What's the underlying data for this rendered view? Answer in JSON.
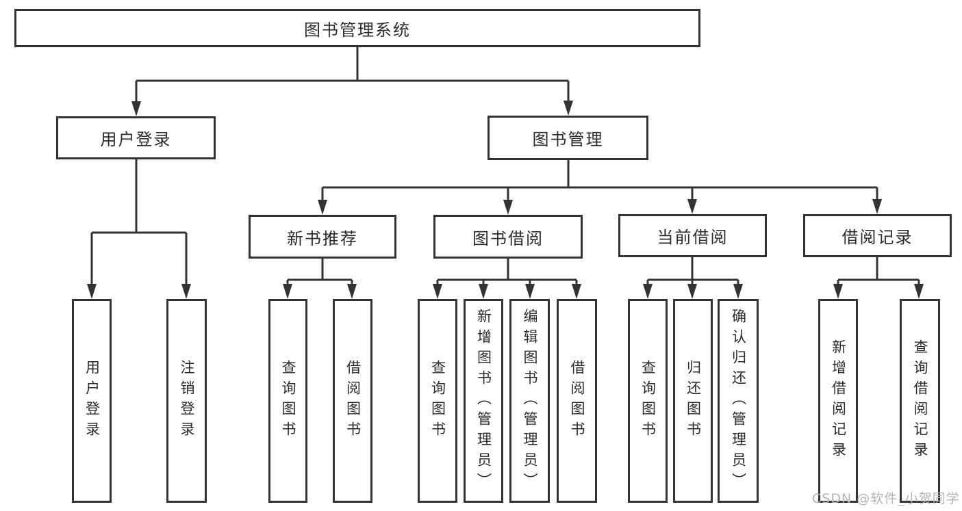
{
  "tree": {
    "label": "图书管理系统",
    "children": [
      {
        "label": "用户登录",
        "children": [
          {
            "label": "用户登录"
          },
          {
            "label": "注销登录"
          }
        ]
      },
      {
        "label": "图书管理",
        "children": [
          {
            "label": "新书推荐",
            "children": [
              {
                "label": "查询图书"
              },
              {
                "label": "借阅图书"
              }
            ]
          },
          {
            "label": "图书借阅",
            "children": [
              {
                "label": "查询图书"
              },
              {
                "label": "新增图书（管理员）"
              },
              {
                "label": "编辑图书（管理员）"
              },
              {
                "label": "借阅图书"
              }
            ]
          },
          {
            "label": "当前借阅",
            "children": [
              {
                "label": "查询图书"
              },
              {
                "label": "归还图书"
              },
              {
                "label": "确认归还（管理员）"
              }
            ]
          },
          {
            "label": "借阅记录",
            "children": [
              {
                "label": "新增借阅记录"
              },
              {
                "label": "查询借阅记录"
              }
            ]
          }
        ]
      }
    ]
  },
  "watermark": {
    "text": "CSDN @软件_小贺同学"
  },
  "colors": {
    "line": "#333333",
    "box_border": "#333333",
    "text": "#2b2b2b",
    "watermark": "#b4b4b4",
    "background": "#ffffff"
  }
}
